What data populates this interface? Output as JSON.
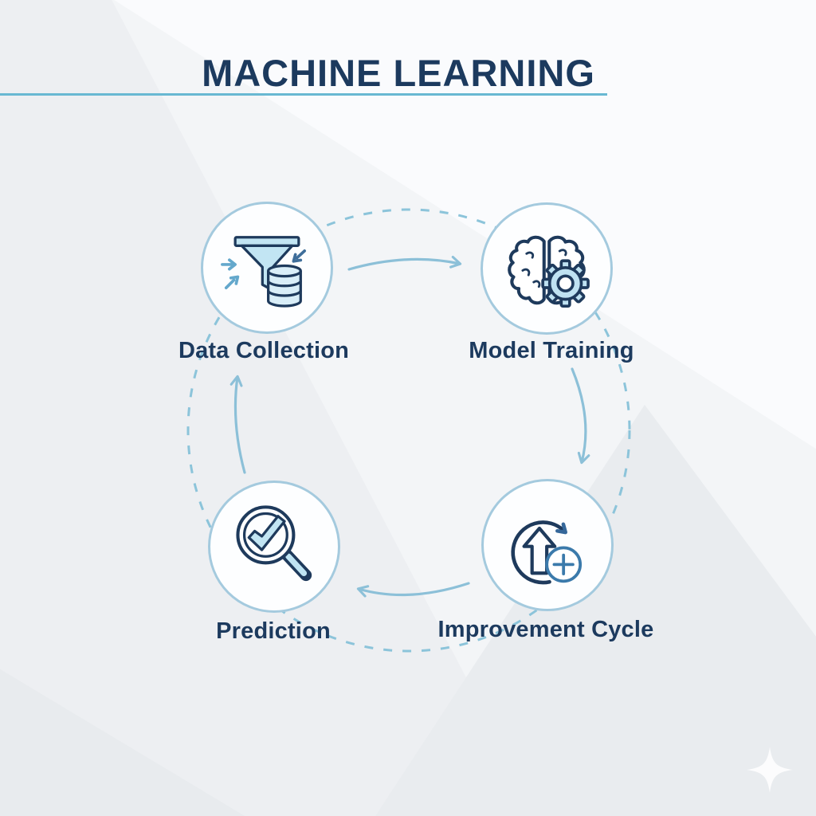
{
  "title": {
    "text": "MACHINE LEARNING"
  },
  "nodes": [
    {
      "label": "Data Collection",
      "icon": "funnel-database-icon"
    },
    {
      "label": "Model Training",
      "icon": "brain-gear-icon"
    },
    {
      "label": "Improvement Cycle",
      "icon": "loop-arrow-plus-icon"
    },
    {
      "label": "Prediction",
      "icon": "magnifier-checkmark-icon"
    }
  ],
  "cycle": {
    "direction": "clockwise",
    "connectors": "solid curved arrows between nodes over a dashed guide circle"
  },
  "colors": {
    "title_navy": "#1c3a5e",
    "underline_cyan": "#68b8d2",
    "node_border_blue": "#a4cade",
    "arrow_blue": "#8cc0d8",
    "dashed_circle_blue": "#8cc4da",
    "icon_outline_navy": "#1e3a5c",
    "icon_fill_lightblue": "#c2e5f3",
    "icon_accent_blue": "#3b7aab",
    "background_gray": "#f3f5f7"
  }
}
